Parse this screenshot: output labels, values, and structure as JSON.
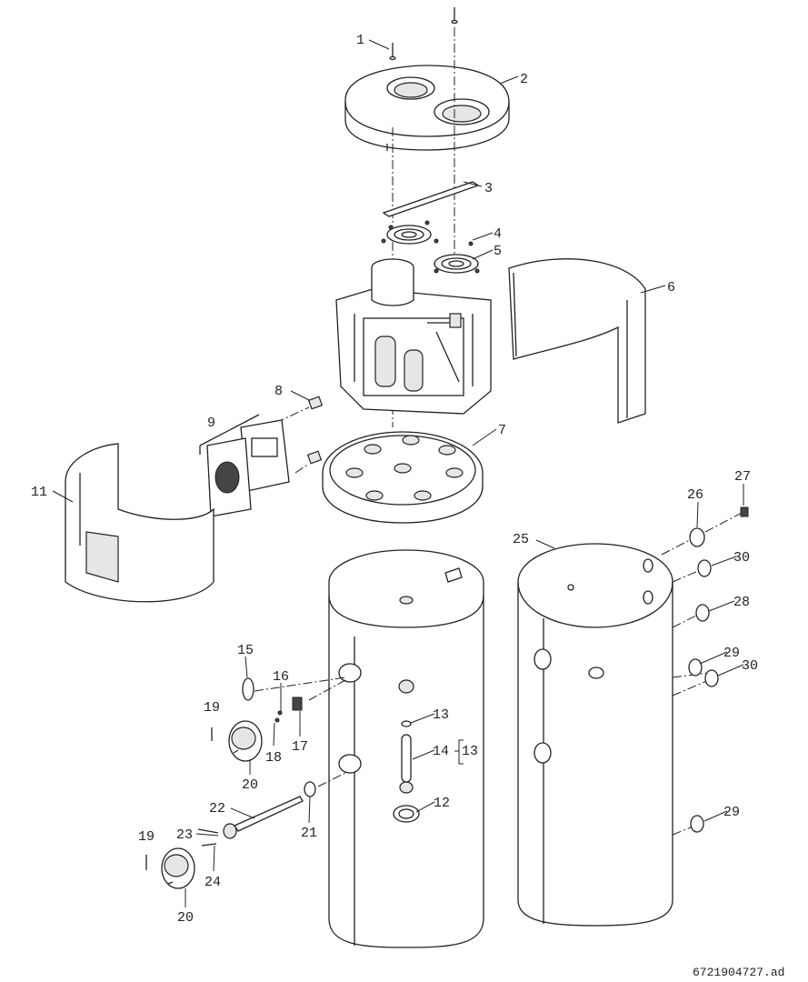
{
  "diagram": {
    "title": "Exploded parts view",
    "document_number": "6721904727.ad",
    "callouts": {
      "c1": "1",
      "c2": "2",
      "c3": "3",
      "c4": "4",
      "c5": "5",
      "c6": "6",
      "c7": "7",
      "c8": "8",
      "c9": "9",
      "c11": "11",
      "c12": "12",
      "c13a": "13",
      "c13b": "13",
      "c14": "14",
      "c15": "15",
      "c16": "16",
      "c17": "17",
      "c18": "18",
      "c19a": "19",
      "c19b": "19",
      "c20a": "20",
      "c20b": "20",
      "c21": "21",
      "c22": "22",
      "c23": "23",
      "c24": "24",
      "c25": "25",
      "c26": "26",
      "c27": "27",
      "c28": "28",
      "c29a": "29",
      "c29b": "29",
      "c30a": "30",
      "c30b": "30"
    }
  }
}
